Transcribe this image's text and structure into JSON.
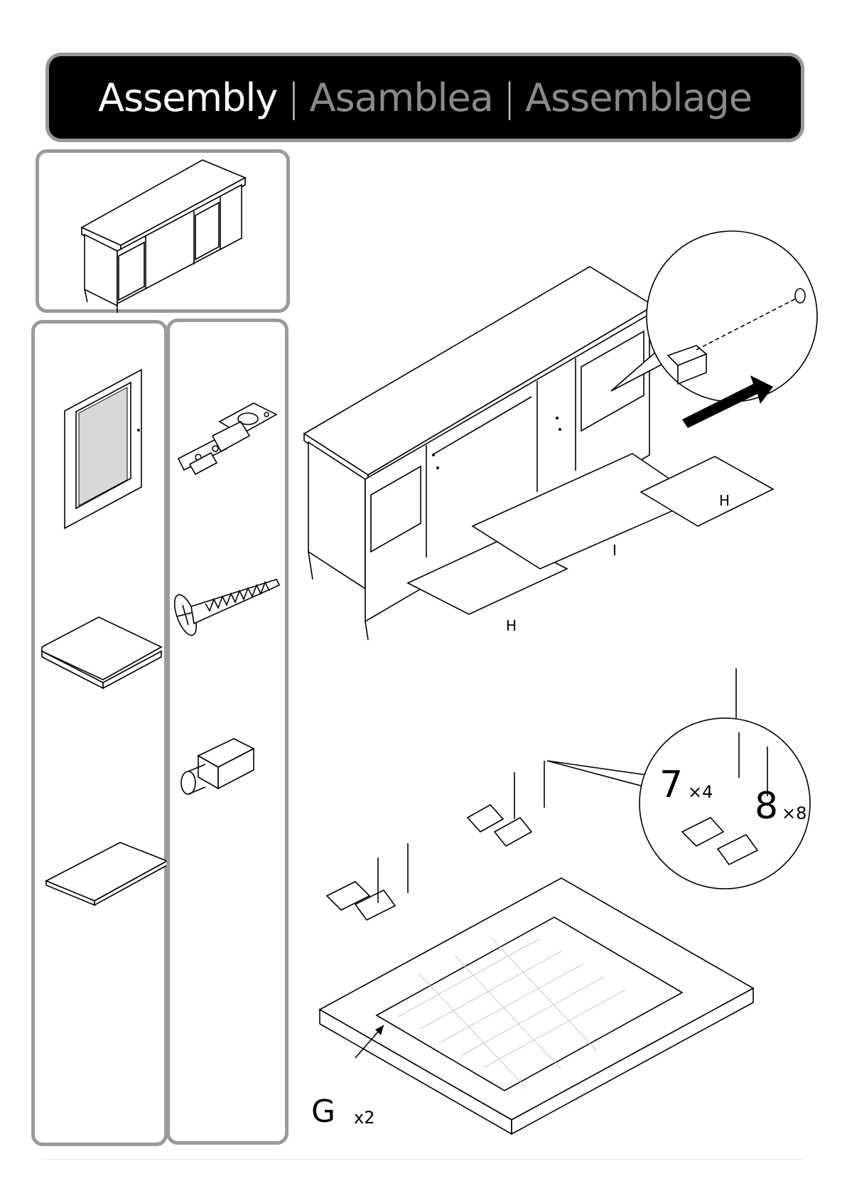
{
  "header": {
    "title_en": "Assembly",
    "title_es": "Asamblea",
    "title_fr": "Assemblage",
    "separator": "|"
  },
  "labels": {
    "shelf_small": "H",
    "shelf_large": "I",
    "door_letter": "G",
    "door_qty": "x2",
    "hinge_screw_num": "7",
    "hinge_screw_qty": "×4",
    "wood_screw_num": "8",
    "wood_screw_qty": "×8"
  },
  "colors": {
    "header_bg": "#000000",
    "panel_border": "#9b9b9b",
    "title_primary": "#ffffff",
    "title_secondary": "#8a8a8a"
  }
}
